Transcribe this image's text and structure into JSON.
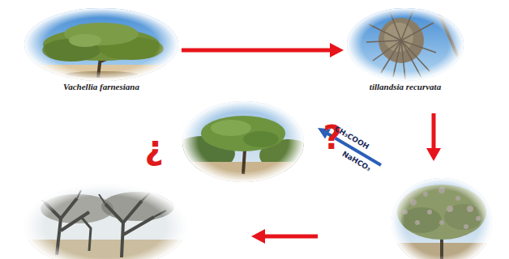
{
  "diagram": {
    "nodes": [
      {
        "text": [
          "Vachellia farnesiana"
        ]
      },
      {
        "text": [
          "tillandsia recurvata"
        ]
      }
    ],
    "edges": [
      {
        "from": 0,
        "to": 1,
        "arrow": "to"
      }
    ],
    "labels": [
      "¿",
      "?",
      "CH₃COOH",
      "NaHCO₃"
    ]
  }
}
